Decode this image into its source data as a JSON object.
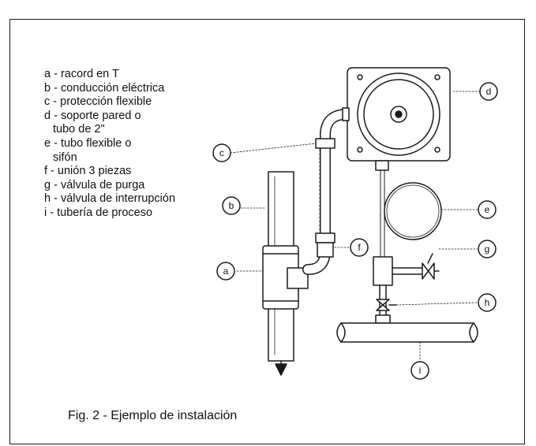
{
  "legend": [
    "a - racord en T",
    "b - conducción eléctrica",
    "c - protección flexible",
    "d - soporte pared o",
    "tubo de 2\"",
    "e - tubo flexible o",
    "sifón",
    "f - unión 3 piezas",
    "g - válvula de purga",
    "h - válvula de interrupción",
    "i - tubería de proceso"
  ],
  "caption": "Fig. 2 - Ejemplo de instalación",
  "callouts": {
    "a": "a",
    "b": "b",
    "c": "c",
    "d": "d",
    "e": "e",
    "f": "f",
    "g": "g",
    "h": "h",
    "i": "i"
  }
}
